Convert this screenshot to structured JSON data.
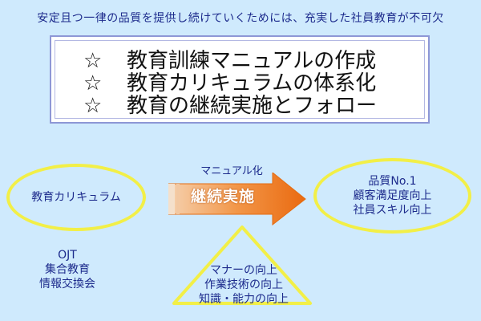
{
  "headline": "安定且つ一律の品質を提供し続けていくためには、充実した社員教育が不可欠",
  "key_points": {
    "star": "☆",
    "items": [
      "教育訓練マニュアルの作成",
      "教育カリキュラムの体系化",
      "教育の継続実施とフォロー"
    ]
  },
  "flow": {
    "input_oval": {
      "label": "教育カリキュラム"
    },
    "arrow": {
      "caption": "マニュアル化",
      "label": "継続実施"
    },
    "output_oval": {
      "lines": [
        "品質No.1",
        "顧客満足度向上",
        "社員スキル向上"
      ]
    },
    "methods": [
      "OJT",
      "集合教育",
      "情報交換会"
    ],
    "triangle": {
      "lines": [
        "マナーの向上",
        "作業技術の向上",
        "知識・能力の向上"
      ]
    }
  },
  "colors": {
    "background": "#cfeafd",
    "oval_border": "#f2ef47",
    "arrow_fill": "#f07a1a",
    "text": "#1c2a8c"
  }
}
